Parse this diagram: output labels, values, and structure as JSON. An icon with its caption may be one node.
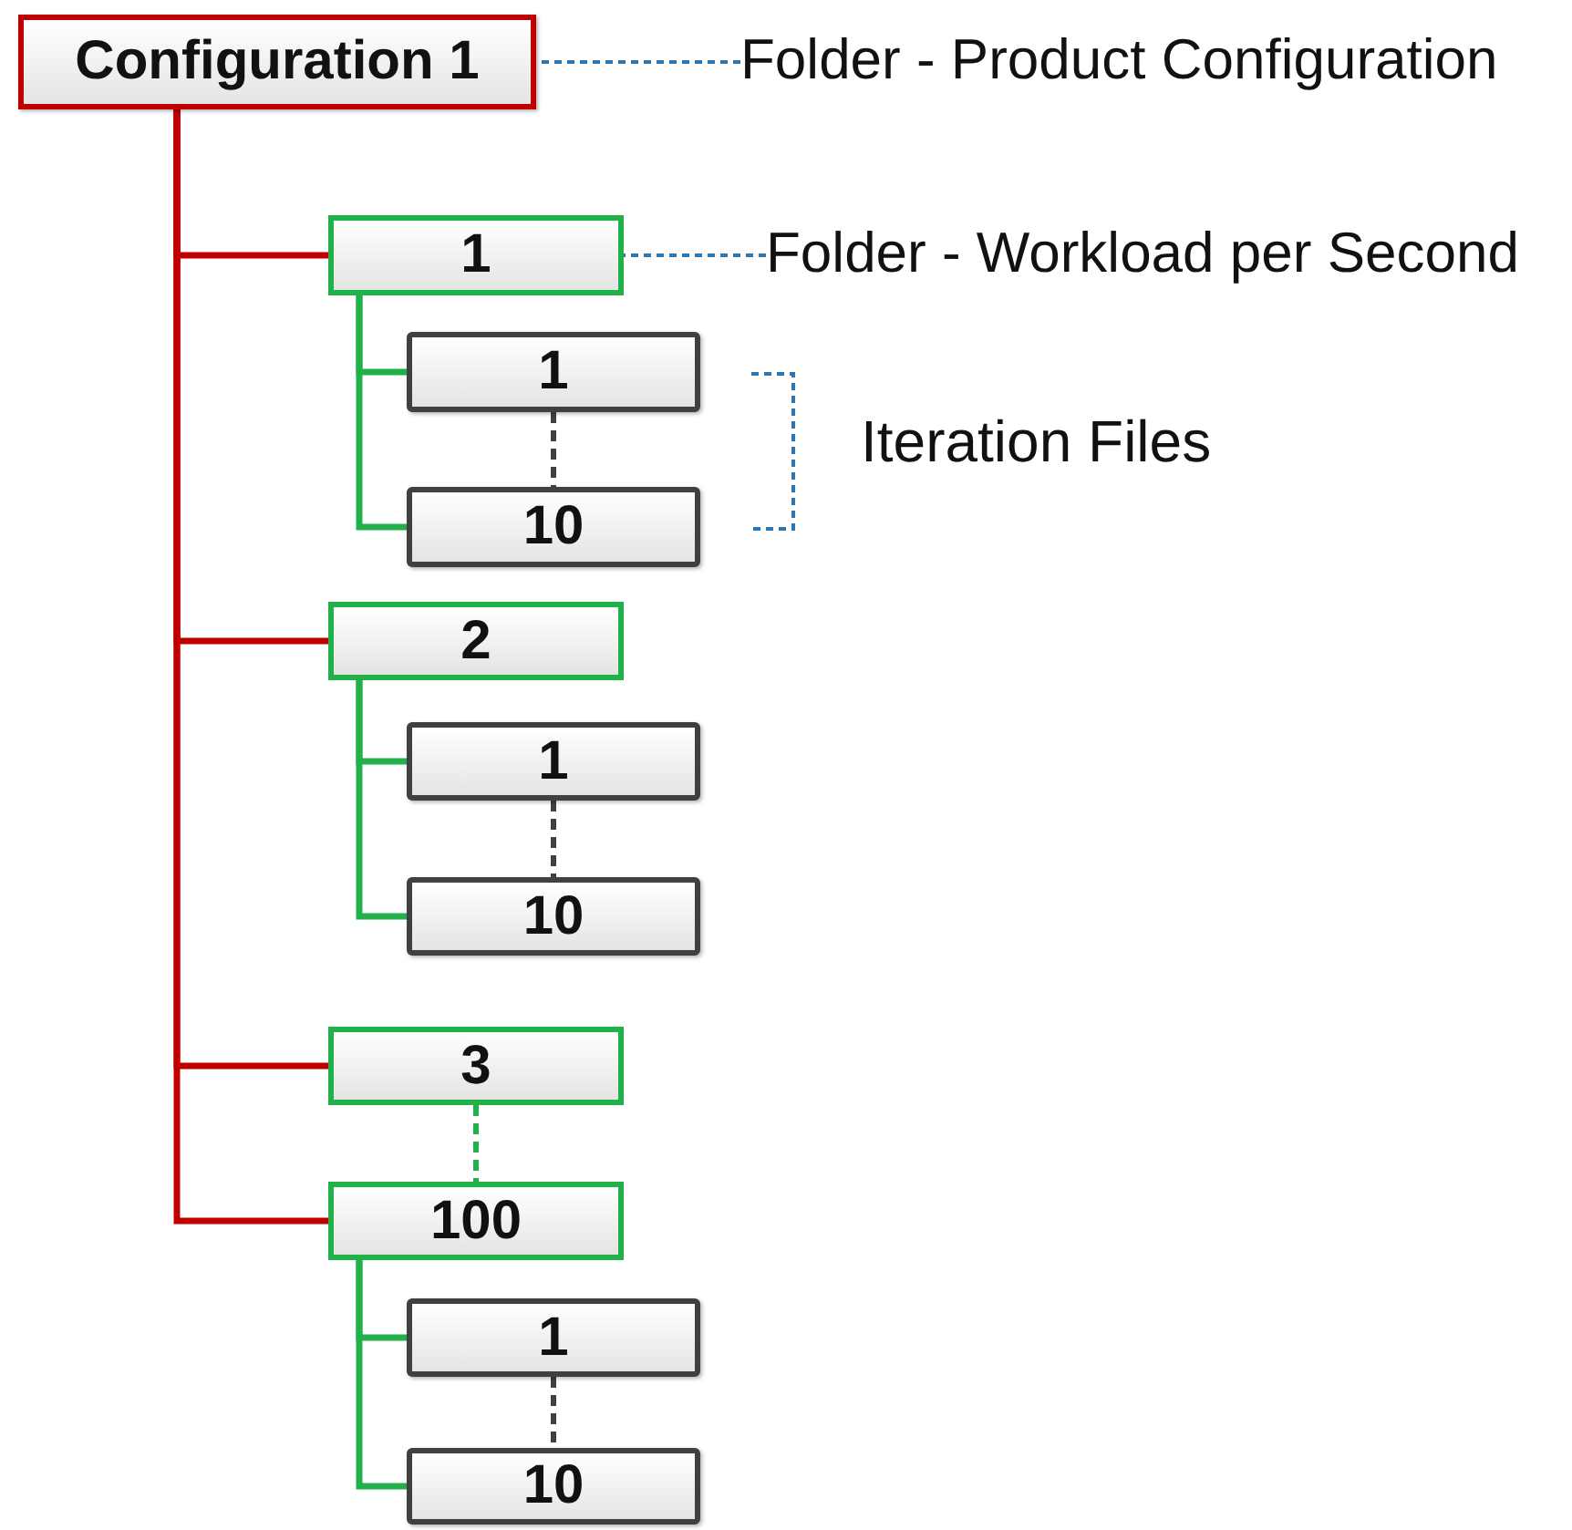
{
  "diagram": {
    "nodes": [
      {
        "text": [
          "Configuration 1"
        ]
      },
      {
        "text": [
          "Folder - Product Configuration"
        ]
      },
      {
        "text": [
          "1"
        ]
      },
      {
        "text": [
          "Folder - Workload per Second"
        ]
      },
      {
        "text": [
          "1"
        ]
      },
      {
        "text": [
          "10"
        ]
      },
      {
        "text": [
          "2"
        ]
      },
      {
        "text": [
          "1"
        ]
      },
      {
        "text": [
          "10"
        ]
      },
      {
        "text": [
          "3"
        ]
      },
      {
        "text": [
          "100"
        ]
      },
      {
        "text": [
          "1"
        ]
      },
      {
        "text": [
          "10"
        ]
      }
    ],
    "edges": [
      {
        "from": 1,
        "to": 0,
        "arrow": "none",
        "style": "dashed",
        "color": "#2e75b6"
      },
      {
        "from": 0,
        "to": 2,
        "arrow": "none",
        "color": "#c00000"
      },
      {
        "from": 3,
        "to": 2,
        "arrow": "none",
        "style": "dashed",
        "color": "#2e75b6"
      },
      {
        "from": 2,
        "to": 4,
        "arrow": "none"
      },
      {
        "from": 2,
        "to": 5,
        "arrow": "none"
      },
      {
        "from": 4,
        "to": 5,
        "arrow": "none",
        "style": "dashed",
        "color": "#404040"
      },
      {
        "from": 0,
        "to": 6,
        "arrow": "none",
        "color": "#c00000"
      },
      {
        "from": 6,
        "to": 7,
        "arrow": "none"
      },
      {
        "from": 6,
        "to": 8,
        "arrow": "none"
      },
      {
        "from": 7,
        "to": 8,
        "arrow": "none",
        "style": "dashed",
        "color": "#404040"
      },
      {
        "from": 0,
        "to": 9,
        "arrow": "none",
        "color": "#c00000"
      },
      {
        "from": 9,
        "to": 10,
        "arrow": "none",
        "style": "dashed"
      },
      {
        "from": 0,
        "to": 10,
        "arrow": "none",
        "color": "#c00000"
      },
      {
        "from": 10,
        "to": 11,
        "arrow": "none"
      },
      {
        "from": 10,
        "to": 12,
        "arrow": "none"
      },
      {
        "from": 11,
        "to": 12,
        "arrow": "none",
        "style": "dashed",
        "color": "#404040"
      }
    ],
    "labels": [
      "Iteration Files"
    ]
  }
}
